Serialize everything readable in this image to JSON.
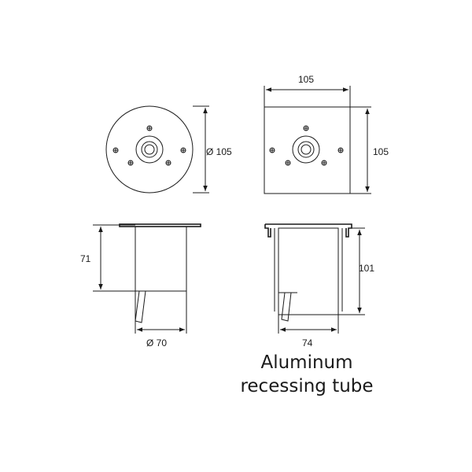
{
  "dimensions": {
    "round_top_diameter": "Ø 105",
    "square_top_width": "105",
    "square_top_height": "105",
    "round_side_height": "71",
    "round_side_diameter": "Ø 70",
    "square_side_height": "101",
    "square_side_width": "74"
  },
  "caption": {
    "line1": "Aluminum",
    "line2": "recessing tube"
  }
}
